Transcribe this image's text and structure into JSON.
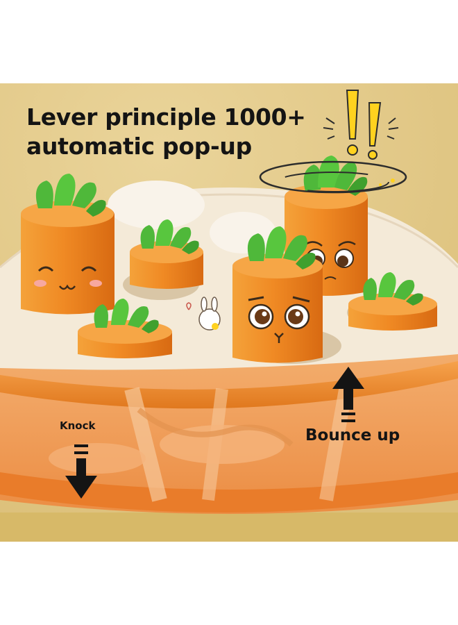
{
  "headline": {
    "line1": "Lever principle 1000+",
    "line2": "automatic pop-up"
  },
  "labels": {
    "knock": "Knock",
    "bounce": "Bounce up"
  },
  "colors": {
    "background": "#e3c983",
    "carrot_orange": "#f08a24",
    "leaf_green": "#4fb83a",
    "base_orange": "#f2a65c",
    "exclamation_yellow": "#ffd21f"
  },
  "icons": [
    "exclamation-icon",
    "arrow-down-icon",
    "arrow-up-icon"
  ]
}
